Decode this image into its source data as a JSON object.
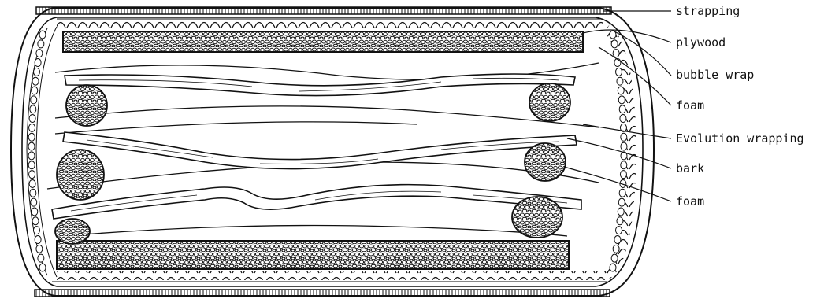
{
  "diagram": {
    "labels": {
      "strapping": "strapping",
      "plywood": "plywood",
      "bubble_wrap": "bubble wrap",
      "foam_top": "foam",
      "evolution_wrapping": "Evolution wrapping",
      "bark": "bark",
      "foam_bottom": "foam"
    },
    "colors": {
      "ink": "#111111",
      "paper": "#ffffff"
    }
  }
}
